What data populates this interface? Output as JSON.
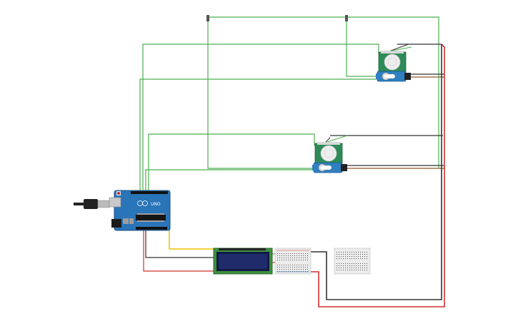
{
  "canvas": {
    "background": "#ffffff"
  },
  "colors": {
    "wire_green": "#4caf50",
    "wire_red": "#d32f2f",
    "wire_black": "#333333",
    "wire_yellow": "#f2c200",
    "wire_brown": "#8d5a2b",
    "wire_grey": "#777777",
    "arduino_board": "#2a74b8",
    "lcd_board": "#3f8f3f",
    "lcd_screen": "#1f2b6b",
    "pir_board": "#2e8b57",
    "pir_dome": "#eeeeee",
    "servo_body": "#2f7fc1",
    "breadboard": "#ececec"
  },
  "components": {
    "arduino": {
      "label": "UNO",
      "icon": "microcontroller-board"
    },
    "usb_plug": {
      "icon": "usb-plug"
    },
    "lcd": {
      "icon": "lcd-16x2"
    },
    "pir_1": {
      "icon": "pir-motion-sensor"
    },
    "pir_2": {
      "icon": "pir-motion-sensor"
    },
    "servo_1": {
      "icon": "micro-servo"
    },
    "servo_2": {
      "icon": "micro-servo"
    },
    "breadboard_1": {
      "icon": "mini-breadboard"
    },
    "breadboard_2": {
      "icon": "mini-breadboard"
    }
  }
}
